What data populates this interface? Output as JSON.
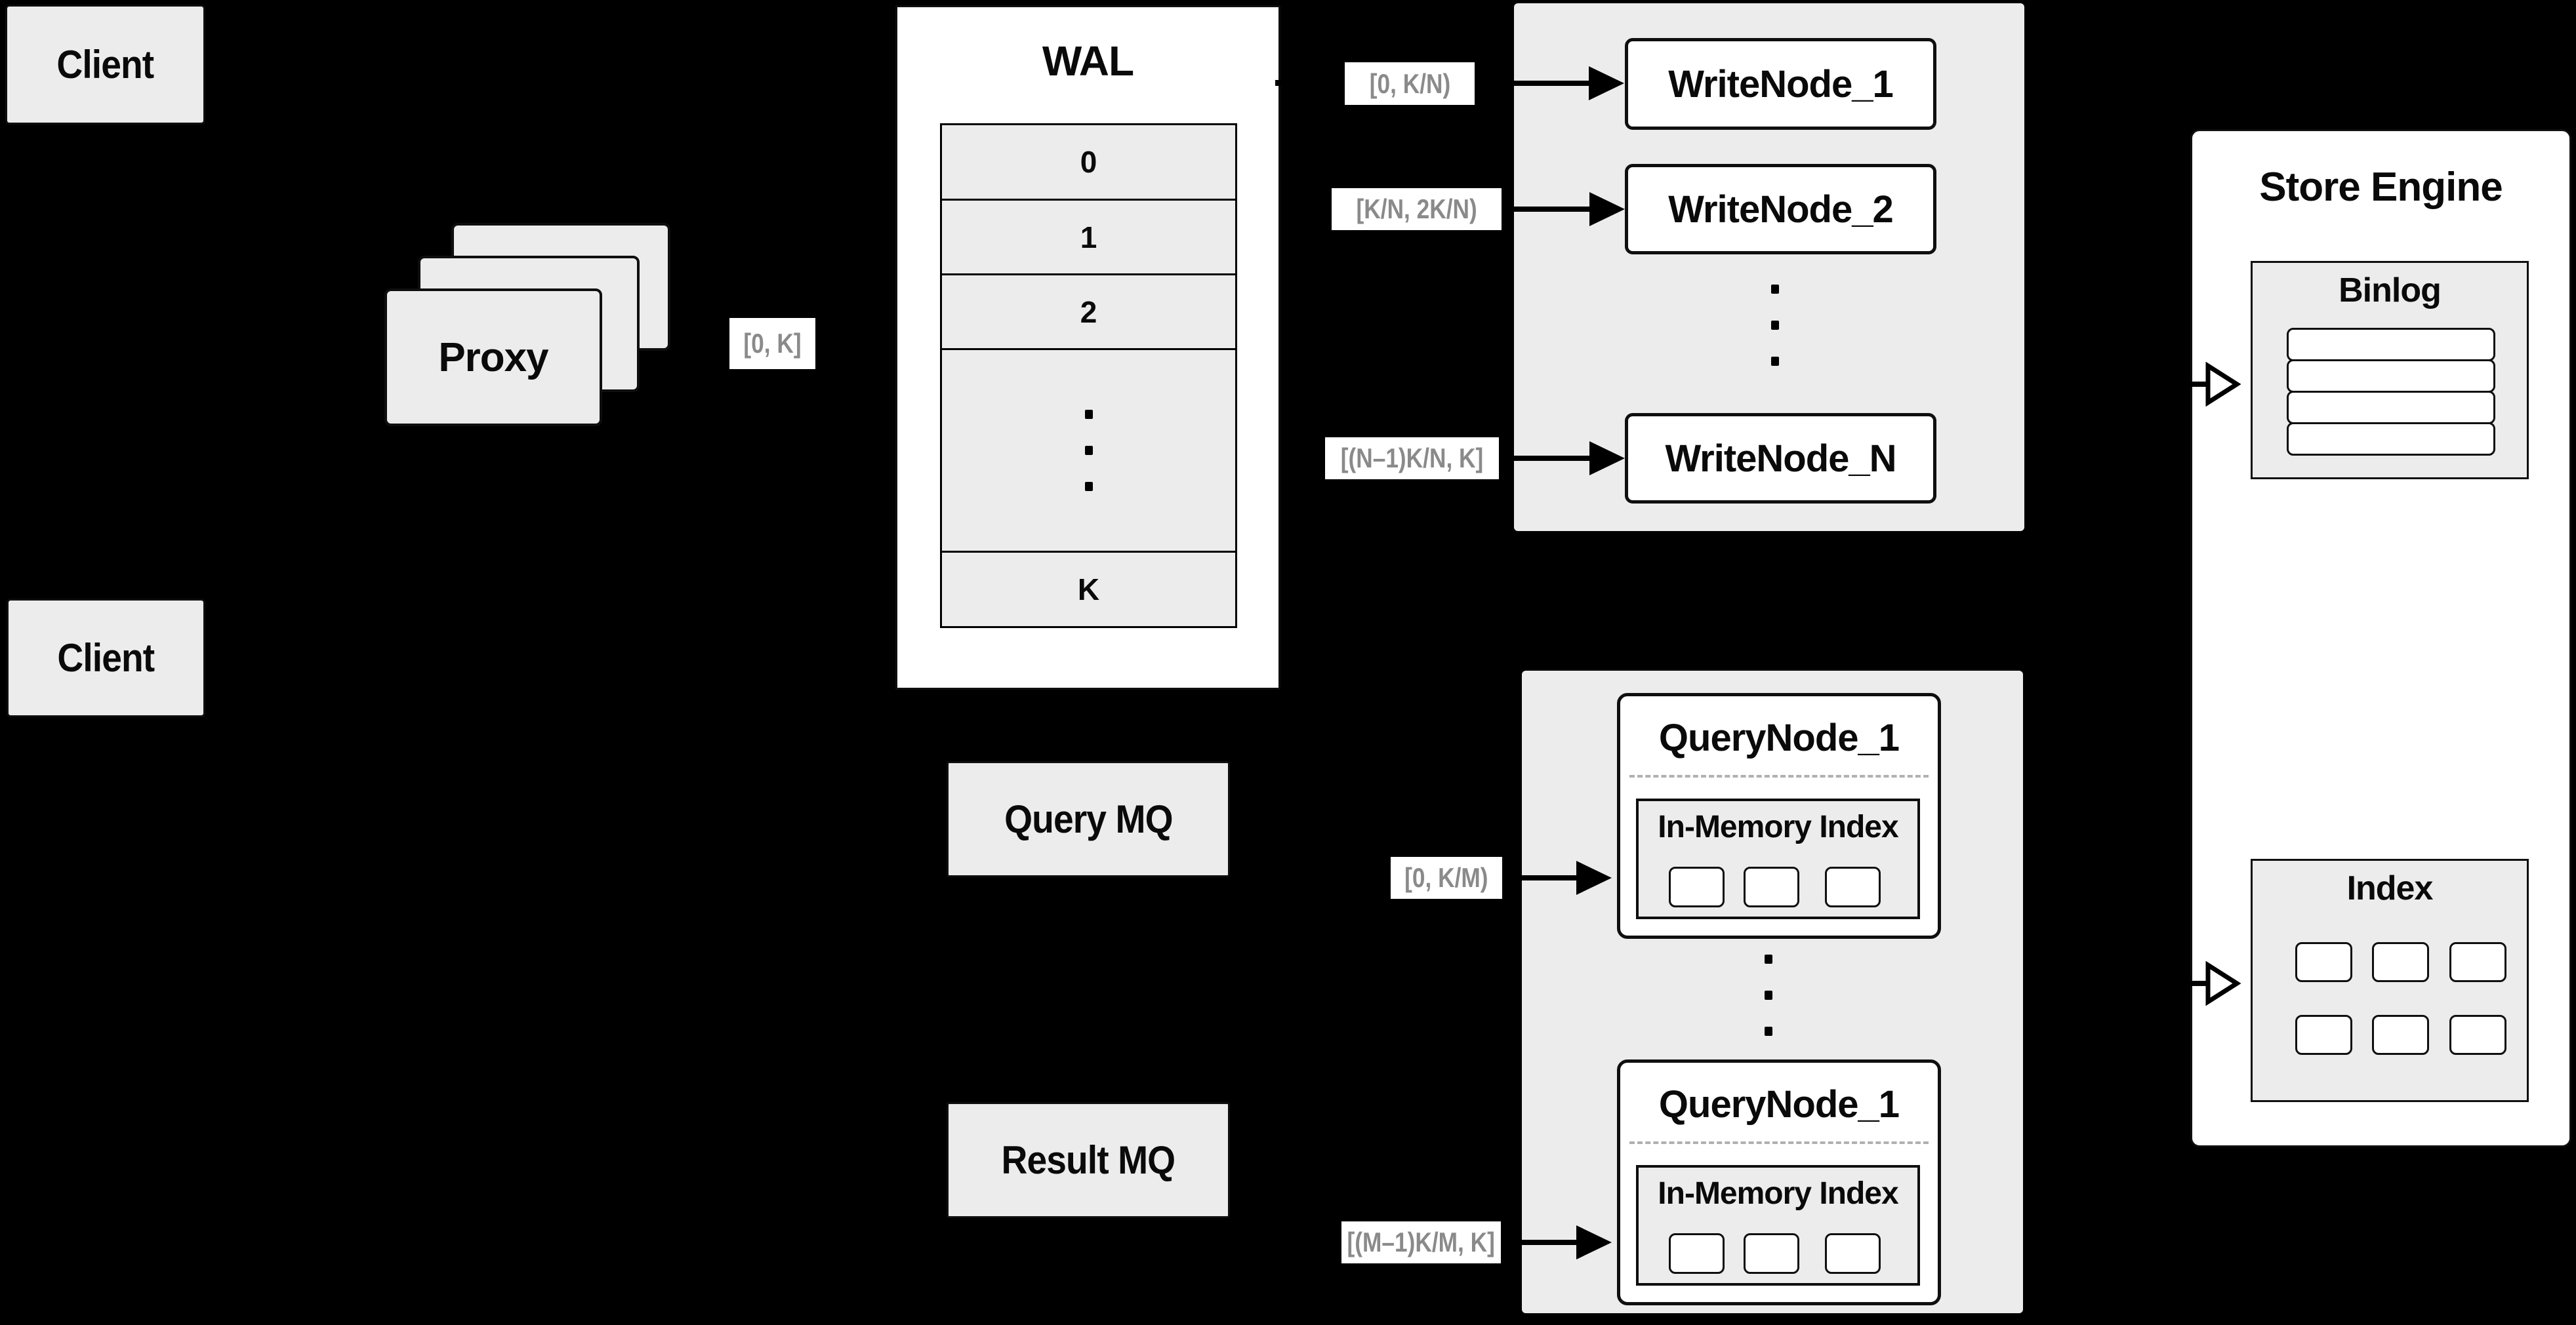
{
  "diagram": {
    "clients": {
      "top": "Client",
      "bottom": "Client"
    },
    "proxy": {
      "label": "Proxy"
    },
    "wal": {
      "title": "WAL",
      "cells": [
        "0",
        "1",
        "2"
      ],
      "last_cell": "K"
    },
    "range_labels": {
      "proxy_to_wal": "[0, K]",
      "write_node_1": "[0, K/N)",
      "write_node_2": "[K/N, 2K/N)",
      "write_node_n": "[(N–1)K/N, K]",
      "query_node_1": "[0, K/M)",
      "query_node_2": "[(M–1)K/M, K]"
    },
    "write_nodes": {
      "node_1": "WriteNode_1",
      "node_2": "WriteNode_2",
      "node_n": "WriteNode_N"
    },
    "message_queues": {
      "query": "Query MQ",
      "result": "Result MQ"
    },
    "query_nodes": {
      "node_1": {
        "title": "QueryNode_1",
        "inner": "In-Memory Index"
      },
      "node_2": {
        "title": "QueryNode_1",
        "inner": "In-Memory Index"
      }
    },
    "store_engine": {
      "title": "Store Engine",
      "binlog": "Binlog",
      "index": "Index"
    },
    "colors": {
      "background": "#000000",
      "panel_gray": "#ececec",
      "box_white": "#ffffff",
      "border_black": "#0f0f0f",
      "label_text_gray": "#8a8a8a",
      "divider_dash": "#b0b0b0"
    }
  }
}
